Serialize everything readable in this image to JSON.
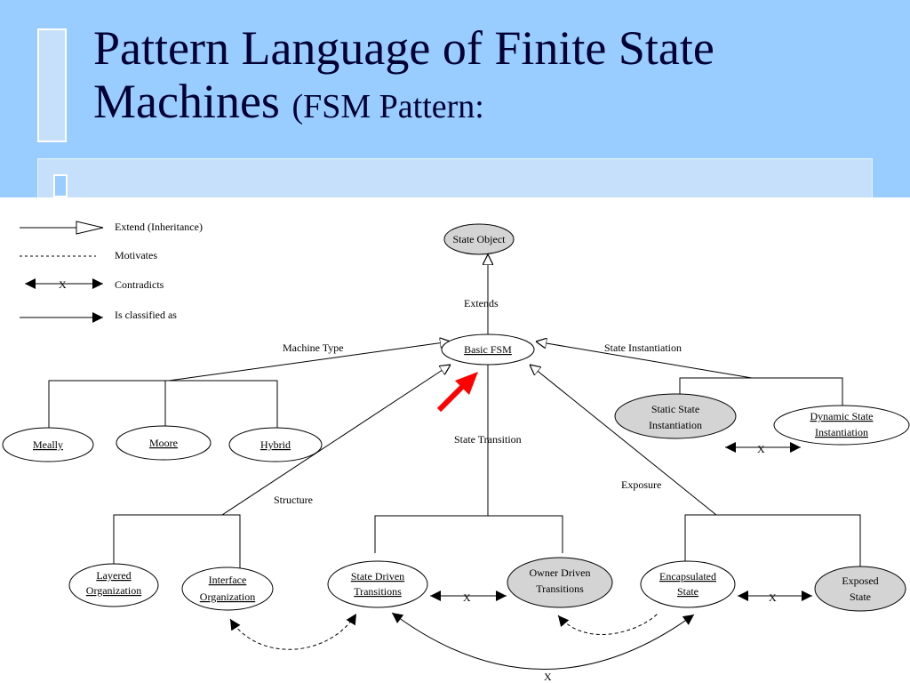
{
  "slide": {
    "title_main_line1": "Pattern Language of Finite State",
    "title_main_line2": "Machines ",
    "title_sub": "(FSM Pattern:"
  },
  "legend": {
    "extend": "Extend (Inheritance)",
    "motivates": "Motivates",
    "contradicts": "Contradicts",
    "classified": "Is classified as",
    "x_mark": "X"
  },
  "nodes": {
    "state_object": "State Object",
    "basic_fsm": "Basic FSM",
    "mealy": "Meally",
    "moore": "Moore",
    "hybrid": "Hybrid",
    "static_l1": "Static State",
    "static_l2": "Instantiation",
    "dynamic_l1": "Dynamic State",
    "dynamic_l2": "Instantiation",
    "layered_l1": "Layered",
    "layered_l2": "Organization",
    "interface_l1": "Interface",
    "interface_l2": "Organization",
    "sdt_l1": "State Driven",
    "sdt_l2": "Transitions",
    "odt_l1": "Owner Driven",
    "odt_l2": "Transitions",
    "encap_l1": "Encapsulated",
    "encap_l2": "State",
    "exposed_l1": "Exposed",
    "exposed_l2": "State"
  },
  "edges": {
    "extends": "Extends",
    "machine_type": "Machine Type",
    "state_instantiation": "State Instantiation",
    "state_transition": "State Transition",
    "structure": "Structure",
    "exposure": "Exposure",
    "x_mark": "X"
  },
  "colors": {
    "slide_bg": "#99ccff",
    "node_gray": "#d4d4d4",
    "highlight_arrow": "#ff0000"
  }
}
